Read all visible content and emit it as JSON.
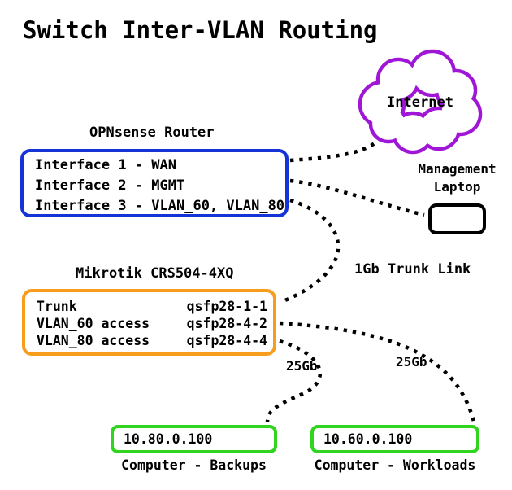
{
  "title": "Switch Inter-VLAN Routing",
  "colors": {
    "blue": "#1534d8",
    "orange": "#f89c1b",
    "green": "#31d41f",
    "purple": "#a016d6",
    "ink": "#000000"
  },
  "cloud": {
    "label": "Internet"
  },
  "router": {
    "label": "OPNsense Router",
    "rows": [
      "Interface 1 - WAN",
      "Interface 2 - MGMT",
      "Interface 3 - VLAN_60, VLAN_80"
    ]
  },
  "laptop": {
    "label": "Management\nLaptop"
  },
  "switch": {
    "label": "Mikrotik CRS504-4XQ",
    "rows": [
      {
        "name": "Trunk",
        "port": "qsfp28-1-1"
      },
      {
        "name": "VLAN_60 access",
        "port": "qsfp28-4-2"
      },
      {
        "name": "VLAN_80 access",
        "port": "qsfp28-4-4"
      }
    ]
  },
  "links": {
    "trunk_label": "1Gb Trunk Link",
    "backups_speed": "25Gb",
    "workloads_speed": "25Gb"
  },
  "computers": [
    {
      "ip": "10.80.0.100",
      "label": "Computer - Backups"
    },
    {
      "ip": "10.60.0.100",
      "label": "Computer - Workloads"
    }
  ]
}
